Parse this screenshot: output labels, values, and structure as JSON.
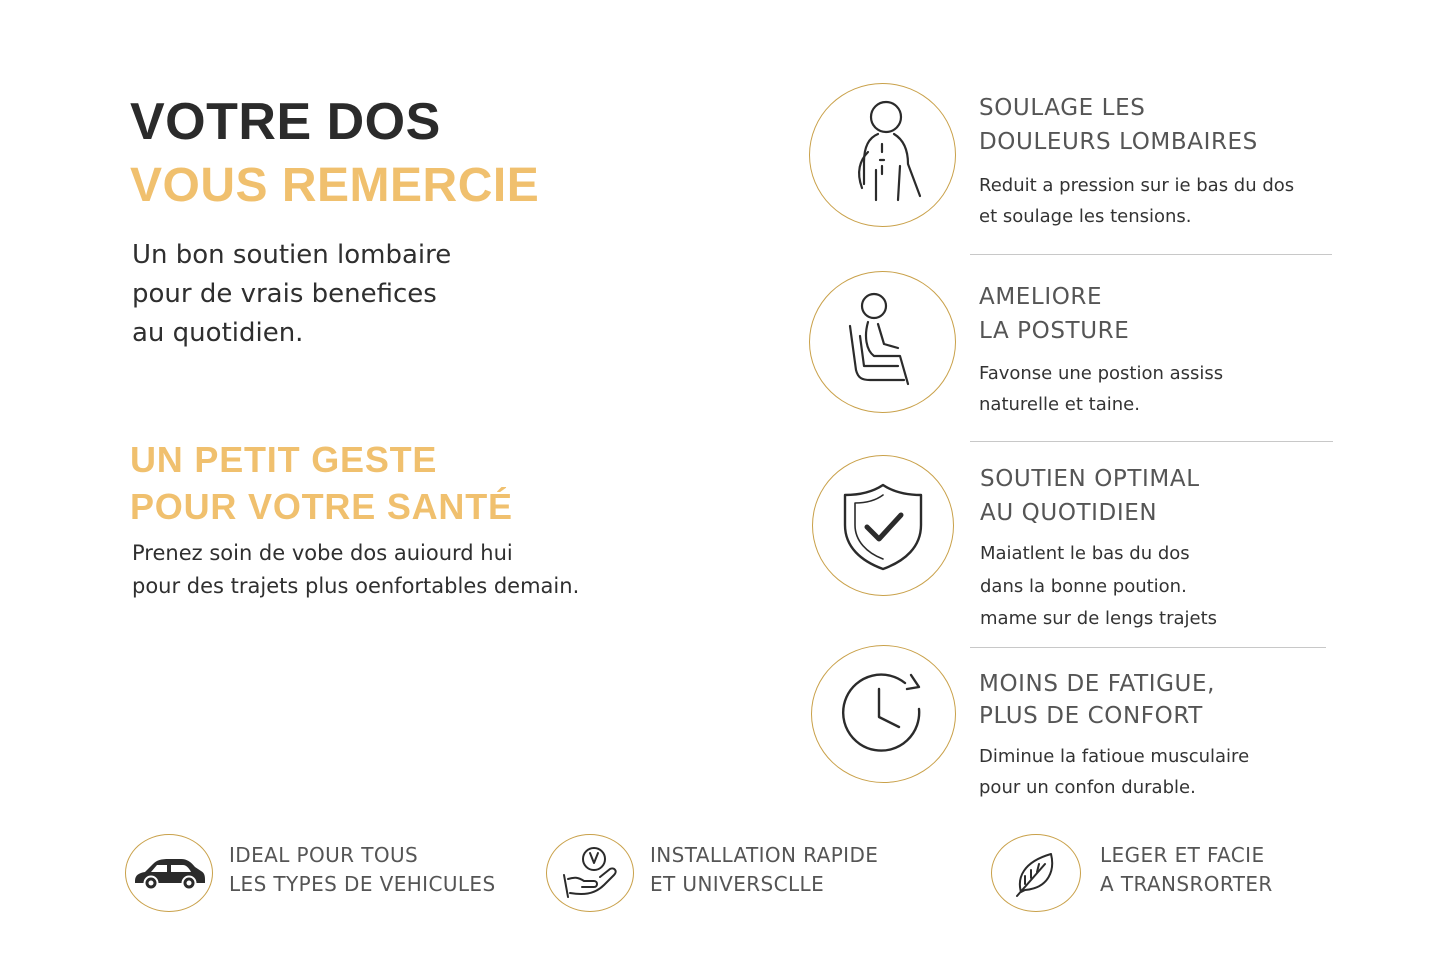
{
  "hero": {
    "title_line1": "VOTRE DOS",
    "title_line2": "VOUS REMERCIE",
    "subtitle_lines": [
      "Un bon soutien lombaire",
      "pour de vrais benefices",
      "au quotidien."
    ]
  },
  "geste": {
    "title_lines": [
      "UN PETIT GESTE",
      "POUR VOTRE SANTÉ"
    ],
    "text_lines": [
      "Prenez soin de vobe dos auiourd hui",
      "pour des trajets plus oenfortables demain."
    ]
  },
  "benefits": [
    {
      "icon": "back-pain-icon",
      "title_lines": [
        "SOULAGE LES",
        "DOULEURS LOMBAIRES"
      ],
      "desc_lines": [
        "Reduit a pression sur ie bas du dos",
        "et soulage les tensions."
      ]
    },
    {
      "icon": "seated-posture-icon",
      "title_lines": [
        "AMELIORE",
        "LA POSTURE"
      ],
      "desc_lines": [
        "Favonse une postion assiss",
        "naturelle et taine."
      ]
    },
    {
      "icon": "shield-check-icon",
      "title_lines": [
        "SOUTIEN OPTIMAL",
        "AU QUOTIDIEN"
      ],
      "desc_lines": [
        "Maiatlent le bas du dos",
        "dans la bonne poution.",
        "mame sur de lengs trajets"
      ]
    },
    {
      "icon": "clock-icon",
      "title_lines": [
        "MOINS DE FATIGUE,",
        "PLUS DE CONFORT"
      ],
      "desc_lines": [
        "Diminue la fatioue musculaire",
        "pour un confon durable."
      ]
    }
  ],
  "features": [
    {
      "icon": "car-icon",
      "lines": [
        "IDEAL POUR TOUS",
        "LES TYPES DE VEHICULES"
      ]
    },
    {
      "icon": "hand-install-icon",
      "lines": [
        "INSTALLATION RAPIDE",
        "ET UNIVERSCLLE"
      ]
    },
    {
      "icon": "leaf-icon",
      "lines": [
        "LEGER ET FACIE",
        "A TRANSRORTER"
      ]
    }
  ],
  "colors": {
    "accent_gold": "#f0c06e",
    "circle_border": "#c9a14a",
    "dark_text": "#2b2b2b"
  }
}
